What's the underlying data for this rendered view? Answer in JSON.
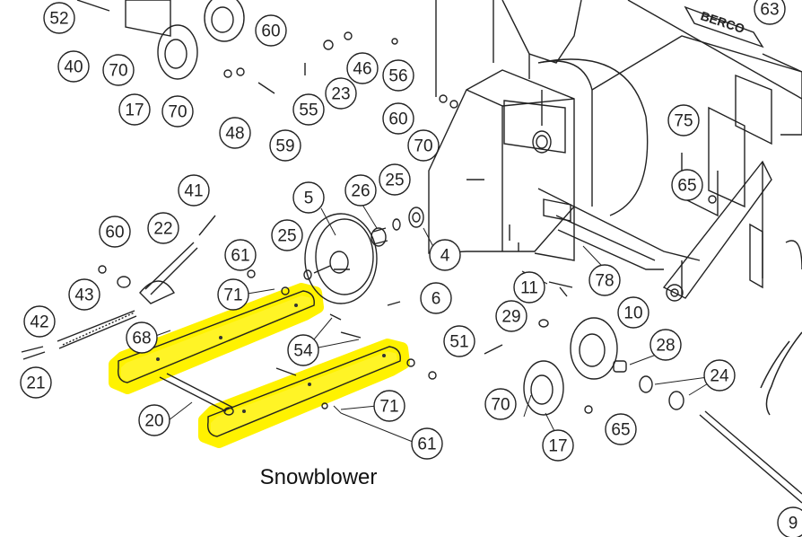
{
  "caption": "Snowblower",
  "brand_plate": "BERCO",
  "highlight_color": "#fff200",
  "line_color": "#222222",
  "callouts": [
    "52",
    "40",
    "70",
    "17",
    "70",
    "60",
    "48",
    "59",
    "55",
    "23",
    "46",
    "56",
    "60",
    "70",
    "75",
    "65",
    "63",
    "41",
    "22",
    "60",
    "43",
    "42",
    "21",
    "61",
    "71",
    "68",
    "20",
    "5",
    "25",
    "26",
    "25",
    "4",
    "6",
    "54",
    "71",
    "61",
    "11",
    "78",
    "29",
    "10",
    "51",
    "28",
    "70",
    "24",
    "17",
    "65",
    "9"
  ]
}
